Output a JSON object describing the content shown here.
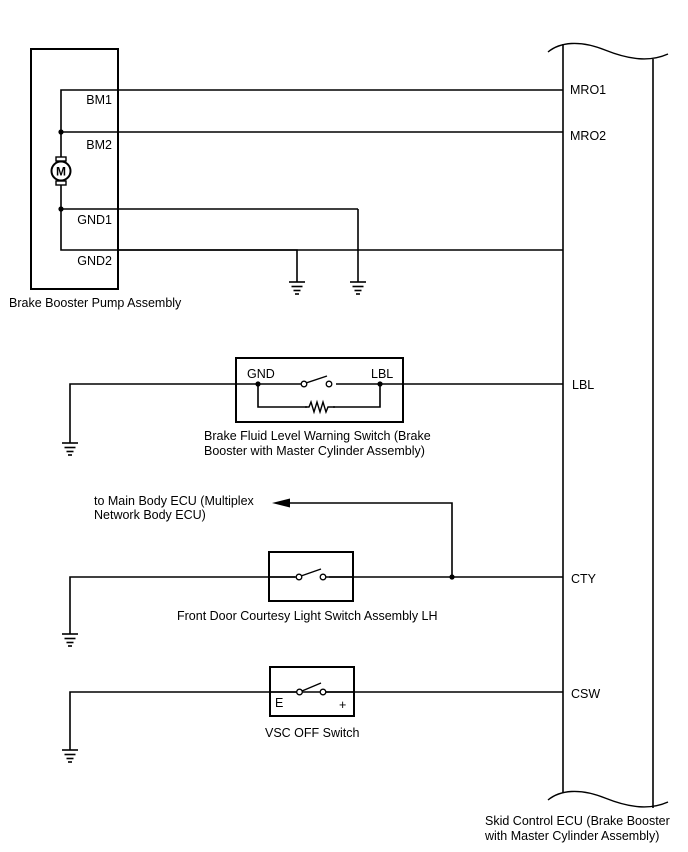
{
  "components": {
    "pump": {
      "label": "Brake Booster Pump Assembly",
      "pins": {
        "bm1": "BM1",
        "bm2": "BM2",
        "gnd1": "GND1",
        "gnd2": "GND2"
      },
      "motor_symbol": "M"
    },
    "fluid_switch": {
      "label_line1": "Brake Fluid Level Warning Switch (Brake",
      "label_line2": "Booster with Master Cylinder Assembly)",
      "pins": {
        "gnd": "GND",
        "lbl": "LBL"
      }
    },
    "courtesy_switch": {
      "label": "Front Door Courtesy Light Switch Assembly LH"
    },
    "vsc_switch": {
      "label": "VSC OFF Switch",
      "pins": {
        "e": "E",
        "plus": "+"
      }
    },
    "ecu": {
      "label_line1": "Skid Control ECU (Brake Booster",
      "label_line2": "with Master Cylinder Assembly)",
      "pins": {
        "mro1": "MRO1",
        "mro2": "MRO2",
        "lbl": "LBL",
        "cty": "CTY",
        "csw": "CSW"
      }
    }
  },
  "annotations": {
    "main_body_line1": "to Main Body ECU (Multiplex",
    "main_body_line2": "Network Body ECU)"
  },
  "icons": {
    "motor": "motor-icon",
    "ground": "ground-icon",
    "switch": "switch-open-icon",
    "resistor": "resistor-icon",
    "arrow": "arrow-left-icon"
  }
}
